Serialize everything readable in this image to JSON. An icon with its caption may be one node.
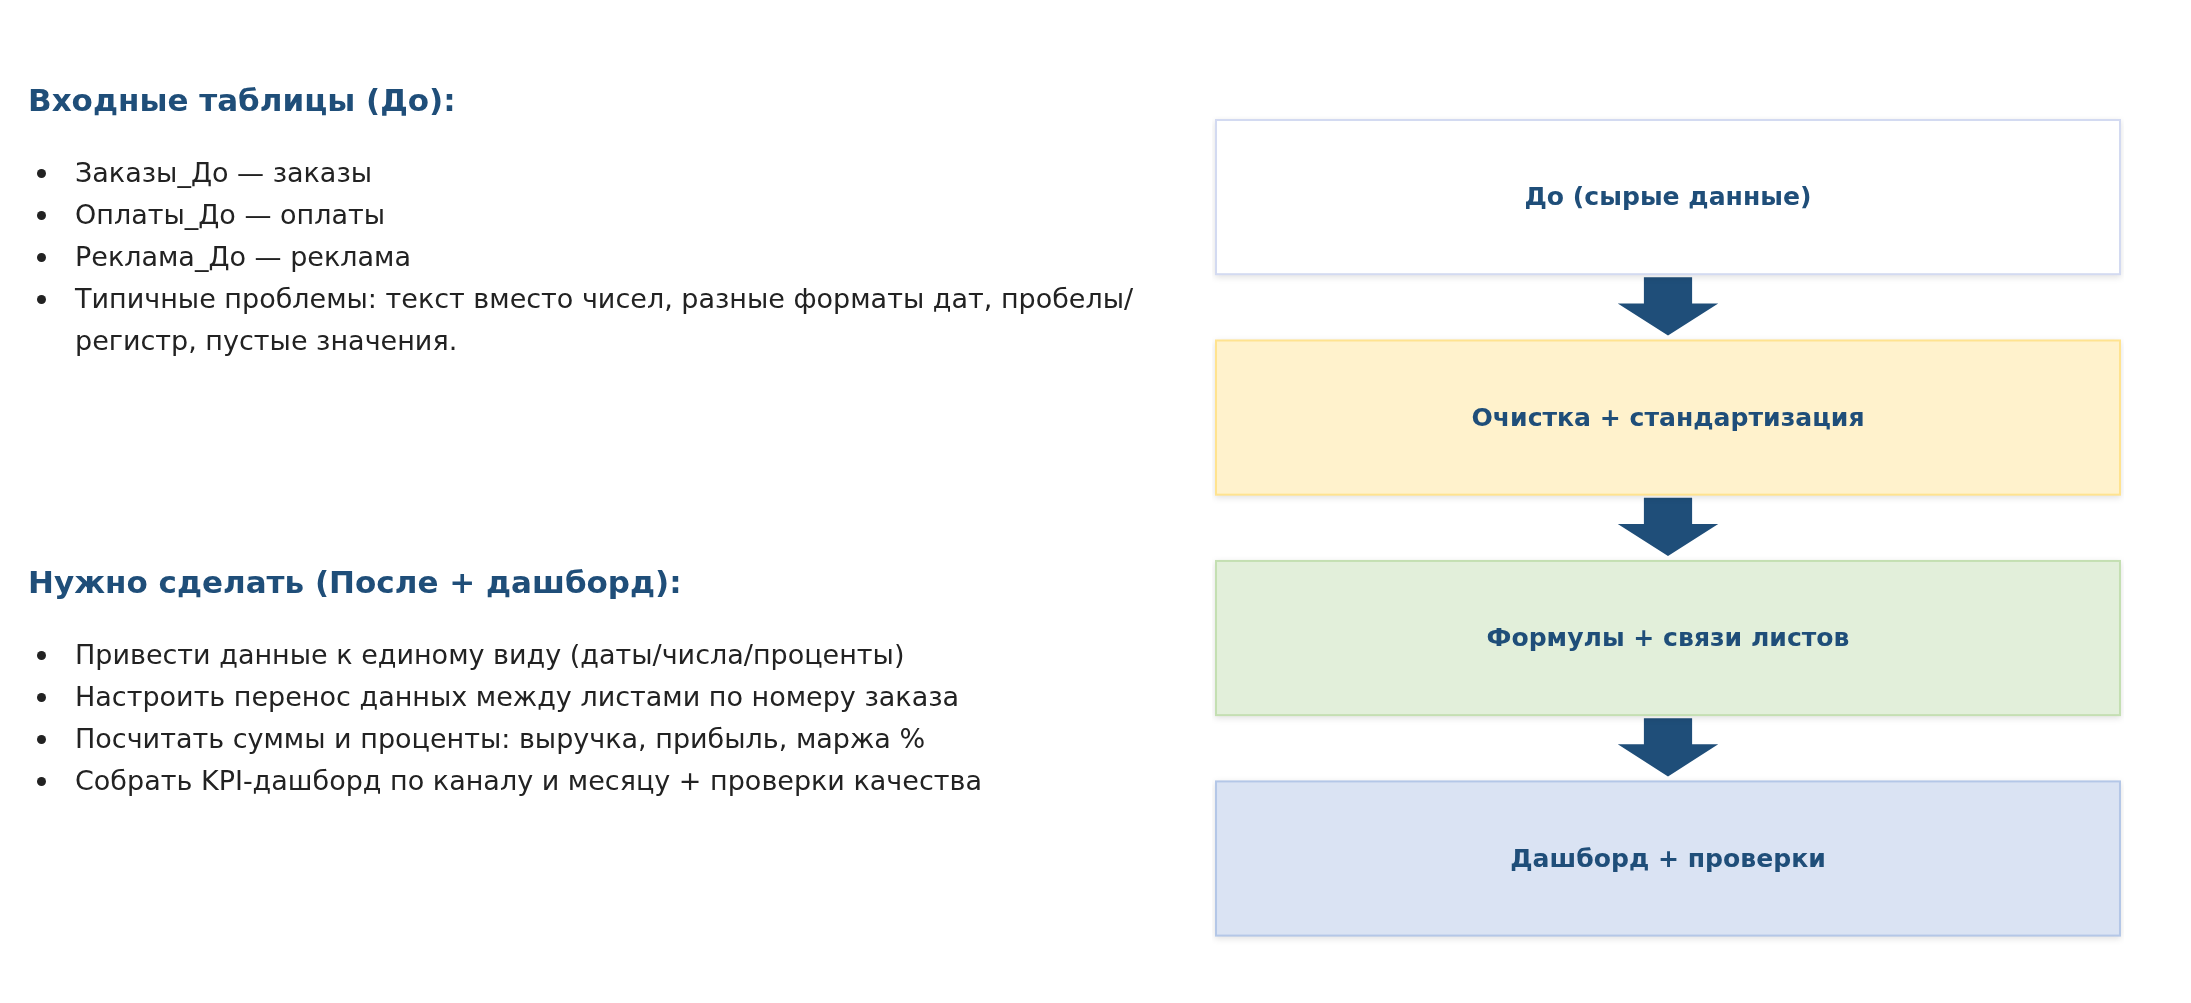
{
  "diagram": {
    "nodes": [
      {
        "text": [
          "До (сырые данные)"
        ]
      },
      {
        "text": [
          "Очистка + стандартизация"
        ]
      },
      {
        "text": [
          "Формулы + связи листов"
        ]
      },
      {
        "text": [
          "Дашборд + проверки"
        ]
      }
    ],
    "edges": [
      {
        "from": 0,
        "to": 1,
        "arrow": "to",
        "style": "thick"
      },
      {
        "from": 1,
        "to": 2,
        "arrow": "to",
        "style": "thick"
      },
      {
        "from": 2,
        "to": 3,
        "arrow": "to",
        "style": "thick"
      }
    ],
    "labels": [
      "Входные таблицы (До):",
      "Заказы_До — заказы",
      "Оплаты_До — оплаты",
      "Реклама_До — реклама",
      "Типичные проблемы: текст вместо чисел, разные форматы дат, пробелы/регистр, пустые значения.",
      "Нужно сделать (После + дашборд):",
      "Привести данные к единому виду (даты/числа/проценты)",
      "Настроить перенос данных между листами по номеру заказа",
      "Посчитать суммы и проценты: выручка, прибыль, маржа %",
      "Собрать KPI-дашборд по каналу и месяцу + проверки качества"
    ]
  }
}
